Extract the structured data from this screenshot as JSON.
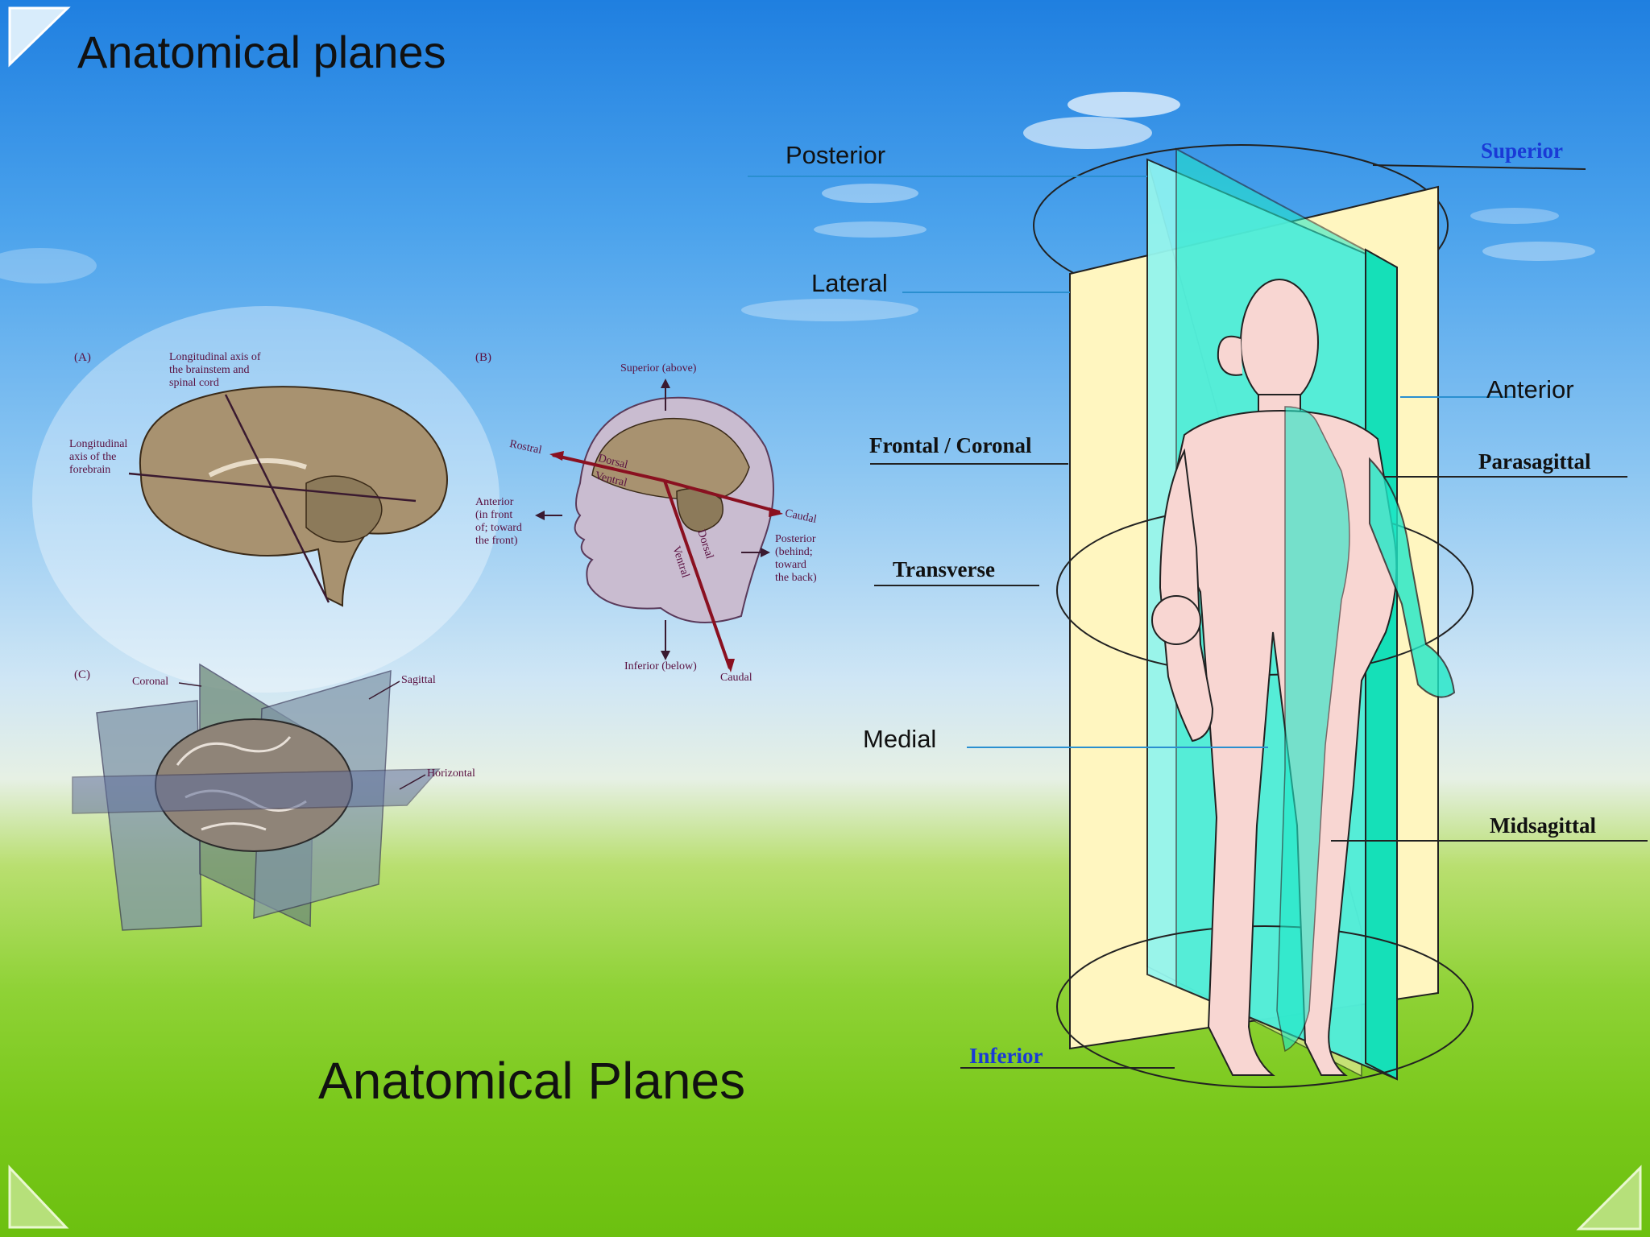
{
  "slide": {
    "title": "Anatomical planes",
    "subtitle": "Anatomical Planes"
  },
  "body_diagram": {
    "labels": {
      "posterior": "Posterior",
      "superior": "Superior",
      "lateral": "Lateral",
      "anterior": "Anterior",
      "frontal_coronal": "Frontal / Coronal",
      "parasagittal": "Parasagittal",
      "transverse": "Transverse",
      "medial": "Medial",
      "midsagittal": "Midsagittal",
      "inferior": "Inferior"
    }
  },
  "brain_figure": {
    "panel_a": {
      "tag": "(A)",
      "axis_brainstem": [
        "Longitudinal axis of",
        "the brainstem and",
        "spinal cord"
      ],
      "axis_forebrain": [
        "Longitudinal",
        "axis of the",
        "forebrain"
      ]
    },
    "panel_b": {
      "tag": "(B)",
      "superior": "Superior (above)",
      "inferior": "Inferior (below)",
      "rostral": "Rostral",
      "caudal_right": "Caudal",
      "caudal_bottom": "Caudal",
      "dorsal_top": "Dorsal",
      "ventral_top": "Ventral",
      "dorsal_stem": "Dorsal",
      "ventral_stem": "Ventral",
      "anterior": [
        "Anterior",
        "(in front",
        "of; toward",
        "the front)"
      ],
      "posterior": [
        "Posterior",
        "(behind;",
        "toward",
        "the back)"
      ]
    },
    "panel_c": {
      "tag": "(C)",
      "coronal": "Coronal",
      "sagittal": "Sagittal",
      "horizontal": "Horizontal"
    }
  },
  "colors": {
    "sky_top": "#1f7fe0",
    "grass": "#79c81a",
    "plane_yellow": "#fff6c0",
    "plane_cyan": "#8ff5f0",
    "plane_teal": "#1fe8c8",
    "skin": "#f8d6d2",
    "leader_blue": "#2a8fd0"
  }
}
